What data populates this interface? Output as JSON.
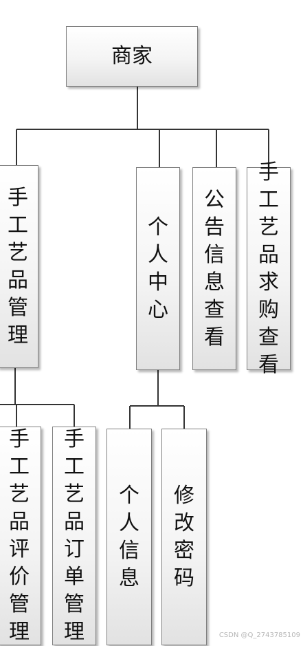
{
  "diagram": {
    "root": "商家",
    "level1": {
      "craft_manage": "手工艺品管理",
      "personal_center": "个人中心",
      "notice_view": "公告信息查看",
      "craft_request_view": "手工艺品求购查看"
    },
    "level2": {
      "craft_review_manage": "手工艺品评价管理",
      "craft_order_manage": "手工艺品订单管理",
      "personal_info": "个人信息",
      "change_password": "修改密码"
    }
  },
  "watermark": "CSDN @Q_2743785109"
}
